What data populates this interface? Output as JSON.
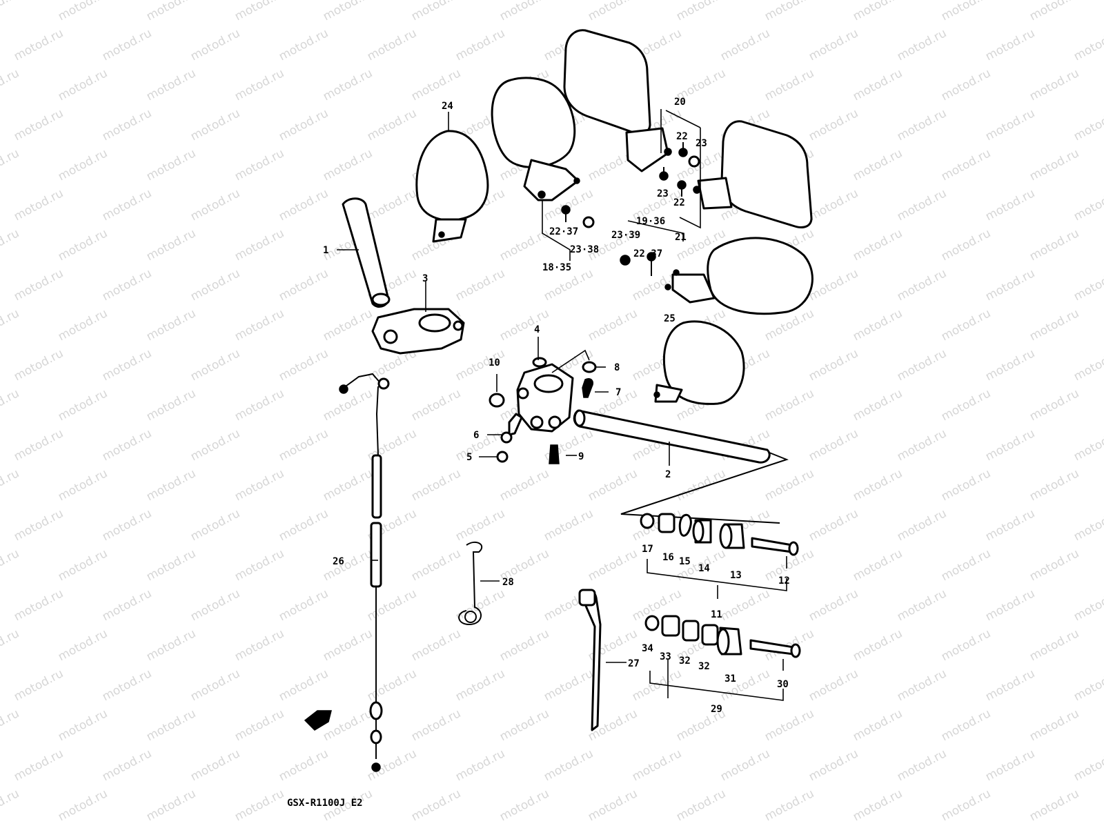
{
  "watermark": {
    "text": "motod.ru",
    "color": "#d6d6d6"
  },
  "diagram": {
    "model_code": "GSX-R1100J E2",
    "labels": {
      "p1": "1",
      "p2": "2",
      "p3": "3",
      "p4": "4",
      "p5": "5",
      "p6": "6",
      "p7": "7",
      "p8": "8",
      "p9": "9",
      "p10": "10",
      "p11": "11",
      "p12": "12",
      "p13": "13",
      "p14": "14",
      "p15": "15",
      "p16": "16",
      "p17": "17",
      "p18_35": "18·35",
      "p19_36": "19·36",
      "p20": "20",
      "p21": "21",
      "p22_a": "22",
      "p22_b": "22",
      "p22_37_a": "22·37",
      "p22_37_b": "22 37",
      "p23_a": "23",
      "p23_b": "23",
      "p23_38": "23·38",
      "p23_39": "23·39",
      "p24": "24",
      "p25": "25",
      "p26": "26",
      "p27": "27",
      "p28": "28",
      "p29": "29",
      "p30": "30",
      "p31": "31",
      "p32_a": "32",
      "p32_b": "32",
      "p33": "33",
      "p34": "34"
    }
  }
}
